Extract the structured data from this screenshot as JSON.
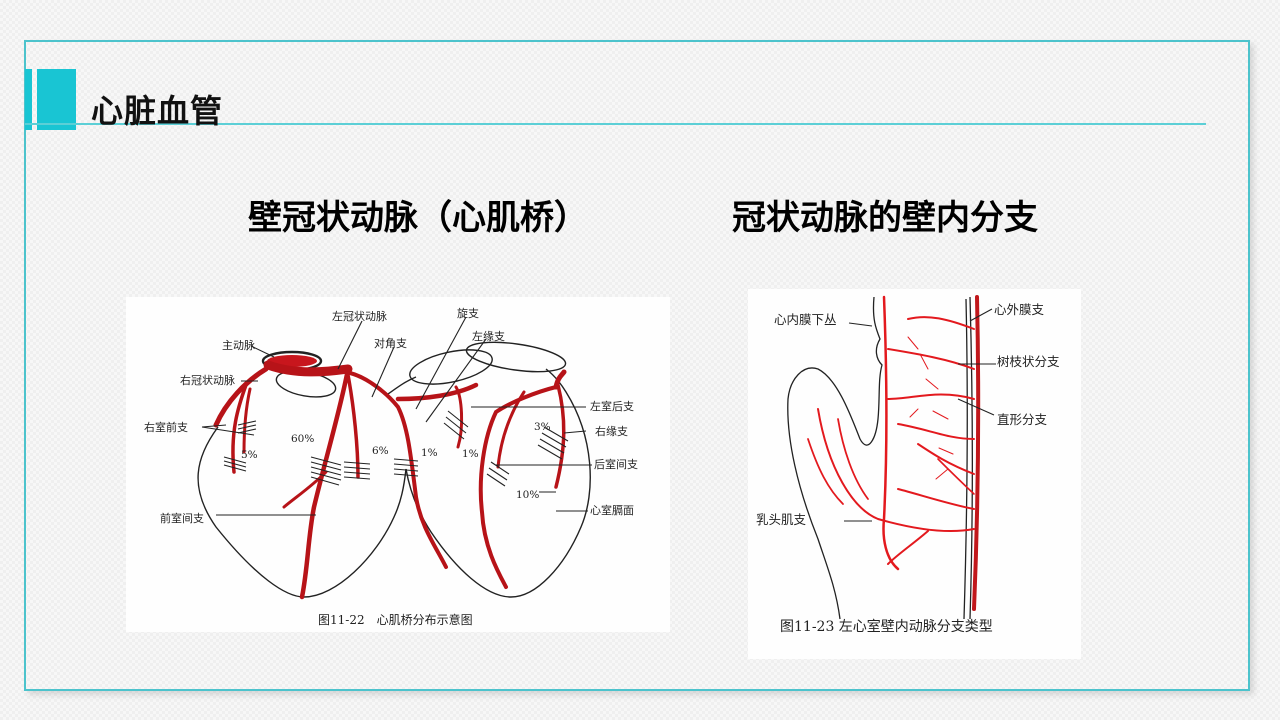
{
  "slide": {
    "title": "心脏血管",
    "accent_color": "#19c5d3",
    "frame_color": "#4cc3cc"
  },
  "left_panel": {
    "heading": "壁冠状动脉（心肌桥）",
    "figure": {
      "caption": "图11-22　心肌桥分布示意图",
      "labels": {
        "aorta": "主动脉",
        "left_coronary_artery": "左冠状动脉",
        "right_coronary_artery": "右冠状动脉",
        "diagonal_branch": "对角支",
        "circumflex_branch": "旋支",
        "left_marginal_branch": "左缘支",
        "right_ventricular_anterior_branch": "右室前支",
        "anterior_interventricular_branch": "前室间支",
        "left_ventricular_posterior_branch": "左室后支",
        "right_marginal_branch": "右缘支",
        "posterior_interventricular_branch": "后室间支",
        "diaphragmatic_surface": "心室膈面"
      },
      "percentages": {
        "rv_anterior": "5%",
        "lad": "60%",
        "diagonal": "6%",
        "left_marginal": "1%",
        "lv_posterior": "1%",
        "right_marginal": "3%",
        "posterior_interventricular": "10%"
      }
    }
  },
  "right_panel": {
    "heading": "冠状动脉的壁内分支",
    "figure": {
      "caption": "图11-23  左心室壁内动脉分支类型",
      "labels": {
        "subendocardial_plexus": "心内膜下丛",
        "epicardial_branch": "心外膜支",
        "arborescent_branch": "树枝状分支",
        "straight_branch": "直形分支",
        "papillary_muscle_branch": "乳头肌支"
      }
    }
  }
}
